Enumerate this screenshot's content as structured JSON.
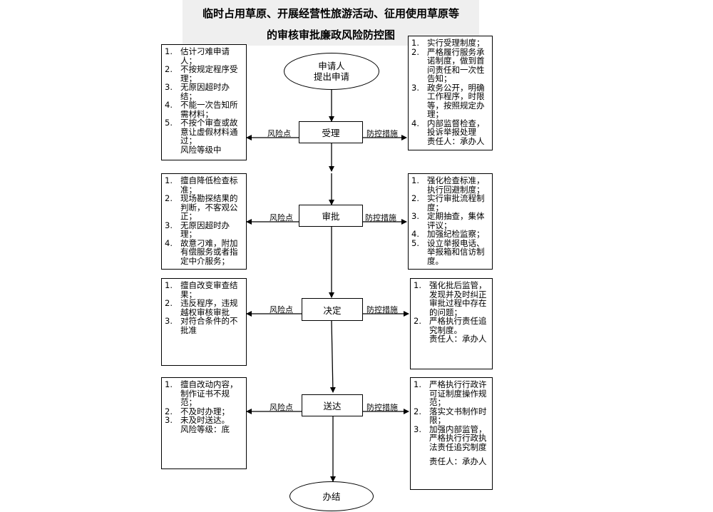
{
  "title": {
    "line1": "临时占用草原、开展经营性旅游活动、征用使用草原等",
    "line2": "的审核审批廉政风险防控图"
  },
  "flow": {
    "start": {
      "line1": "申请人",
      "line2": "提出申请"
    },
    "steps": [
      "受理",
      "审批",
      "决定",
      "送达"
    ],
    "end": "办结",
    "risk_label": "风险点",
    "control_label": "防控措施"
  },
  "risks": [
    {
      "items": [
        "估计刁难申请人；",
        "不按规定程序受理；",
        "无原因超时办结；",
        "不能一次告知所需材料；",
        "不按个审查或故意让虚假材料通过；"
      ],
      "tail": "风险等级中"
    },
    {
      "items": [
        "擅自降低检查标准；",
        "现场勘探结果的判断，不客观公正；",
        "无原因超时办理；",
        "故意刁难，附加有偿服务或者指定中介服务；"
      ],
      "tail": ""
    },
    {
      "items": [
        "擅自改变审查结果；",
        "违反程序，违规越权审核审批",
        "对符合条件的不批准"
      ],
      "tail": ""
    },
    {
      "items": [
        "擅自改动内容，制作证书不规范；",
        "不及时办理；",
        "未及时送达。"
      ],
      "tail": "风险等级：底"
    }
  ],
  "controls": [
    {
      "items": [
        "实行受理制度；",
        "严格履行服务承诺制度，做到首问责任和一次性告知；",
        "政务公开，明确工作程序，时限等，按照规定办理；",
        "内部监督检查，投诉举报处理"
      ],
      "tail": "责任人：承办人"
    },
    {
      "items": [
        "强化检查标准，执行回避制度；",
        "实行审批流程制度；",
        "定期抽查，集体评议；",
        "加强纪检监察；",
        "设立举报电话、举报箱和信访制度。"
      ],
      "tail": ""
    },
    {
      "items": [
        "强化批后监管，发现并及时纠正审批过程中存在的问题；",
        "严格执行责任追究制度。"
      ],
      "tail": "责任人：承办人"
    },
    {
      "items": [
        "严格执行行政许可证制度操作规范；",
        "落实文书制作时限；",
        "加强内部监管，严格执行行政执法责任追究制度"
      ],
      "tail": "责任人：承办人"
    }
  ]
}
